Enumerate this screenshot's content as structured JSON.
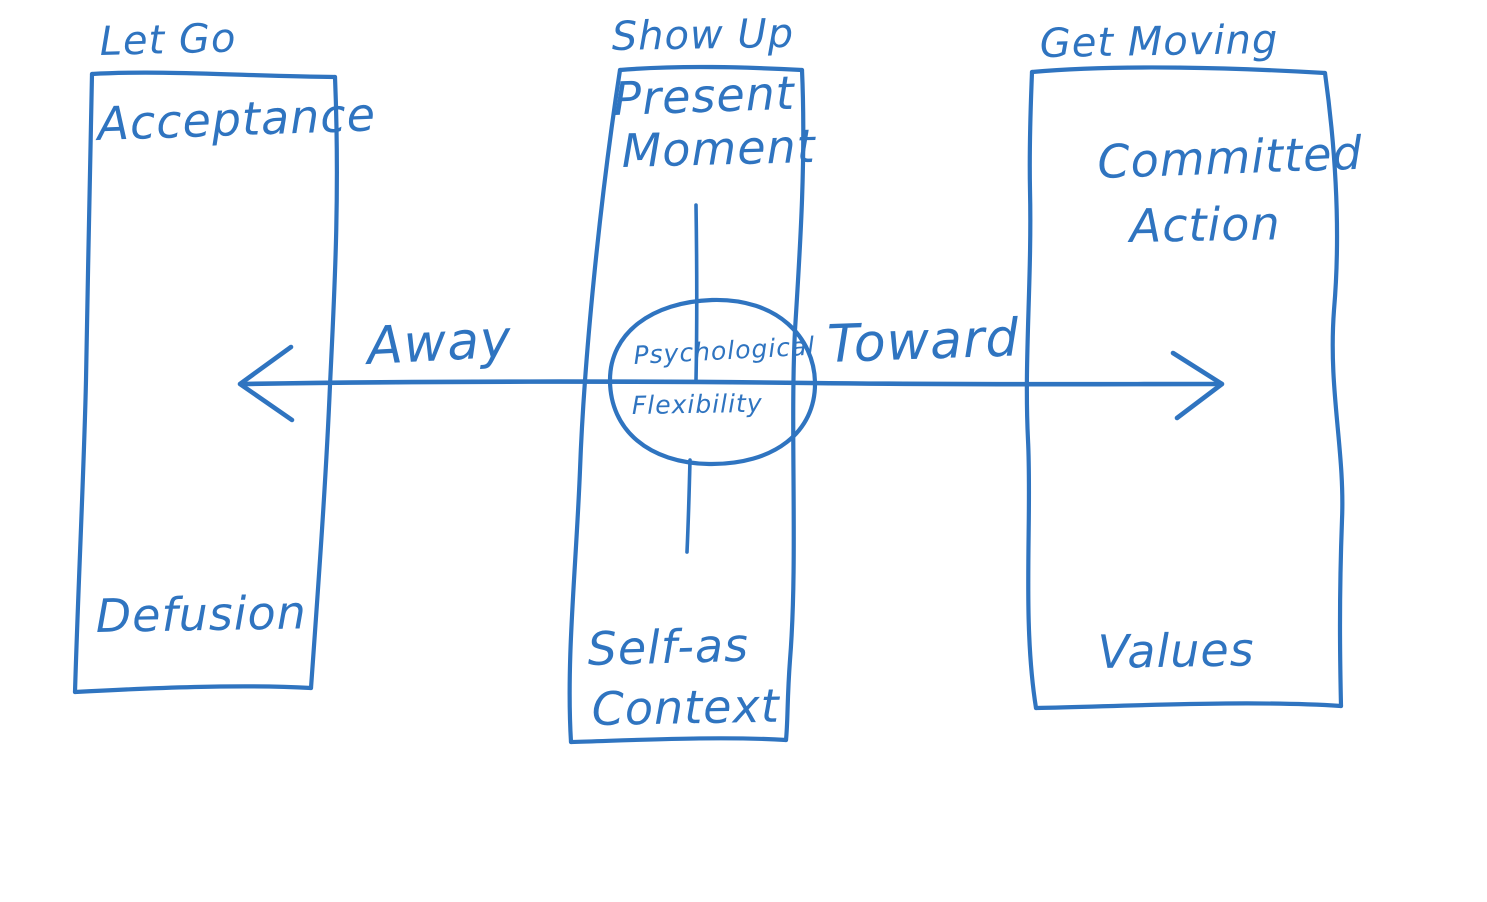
{
  "diagram": {
    "title": "ACT Psychological Flexibility Model (hand-drawn)",
    "ink_color": "#2f74c0",
    "background_color": "#ffffff",
    "center": {
      "label_line1": "Psychological",
      "label_line2": "Flexibility"
    },
    "axis": {
      "left_label": "Away",
      "right_label": "Toward"
    },
    "columns": [
      {
        "id": "let-go",
        "heading": "Let Go",
        "top_process": "Acceptance",
        "bottom_process": "Defusion"
      },
      {
        "id": "show-up",
        "heading": "Show Up",
        "top_process_line1": "Present",
        "top_process_line2": "Moment",
        "bottom_process_line1": "Self-as",
        "bottom_process_line2": "Context"
      },
      {
        "id": "get-moving",
        "heading": "Get Moving",
        "top_process_line1": "Committed",
        "top_process_line2": "Action",
        "bottom_process": "Values"
      }
    ]
  }
}
